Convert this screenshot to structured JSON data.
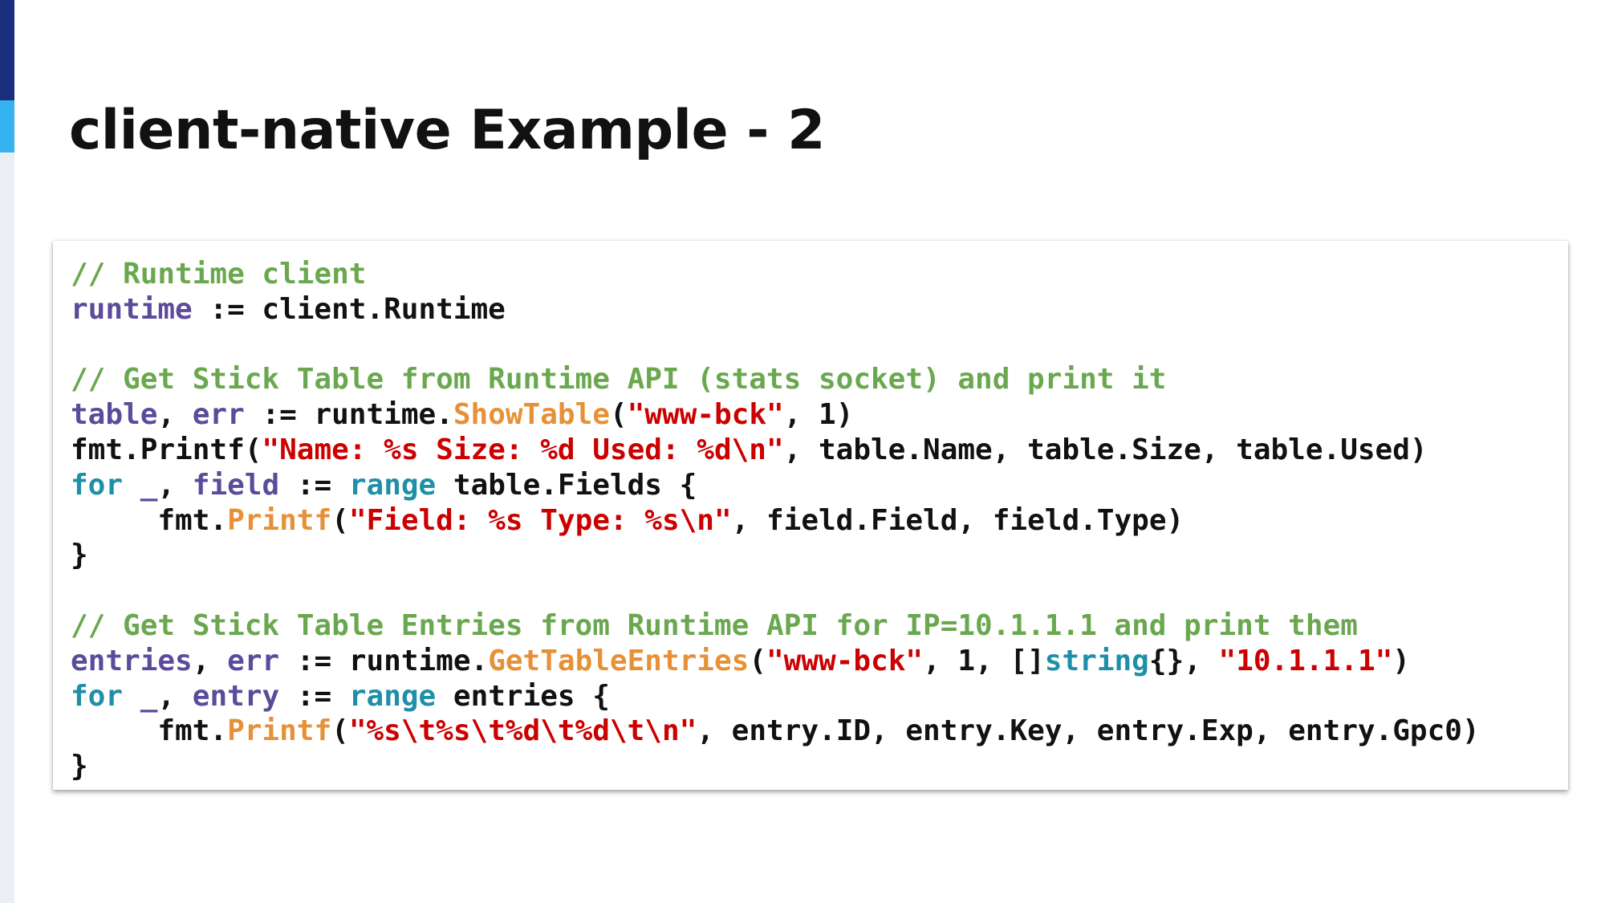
{
  "slide": {
    "title": "client-native Example - 2",
    "colors": {
      "accent_dark": "#1a2f7d",
      "accent_light": "#35b3f0",
      "rail": "#ebeff4",
      "comment": "#6aa84f",
      "variable": "#5b4b9a",
      "keyword": "#1f8fa8",
      "method": "#e69138",
      "string": "#cc0000",
      "plain": "#111111"
    }
  },
  "code": {
    "lines": [
      [
        {
          "t": "c",
          "v": "// Runtime client"
        }
      ],
      [
        {
          "t": "v",
          "v": "runtime"
        },
        {
          "t": "p",
          "v": " := client.Runtime"
        }
      ],
      [],
      [
        {
          "t": "c",
          "v": "// Get Stick Table from Runtime API (stats socket) and print it"
        }
      ],
      [
        {
          "t": "v",
          "v": "table"
        },
        {
          "t": "p",
          "v": ", "
        },
        {
          "t": "v",
          "v": "err"
        },
        {
          "t": "p",
          "v": " := runtime."
        },
        {
          "t": "f",
          "v": "ShowTable"
        },
        {
          "t": "p",
          "v": "("
        },
        {
          "t": "s",
          "v": "\"www-bck\""
        },
        {
          "t": "p",
          "v": ", 1)"
        }
      ],
      [
        {
          "t": "p",
          "v": "fmt.Printf("
        },
        {
          "t": "s",
          "v": "\"Name: %s Size: %d Used: %d\\n\""
        },
        {
          "t": "p",
          "v": ", table.Name, table.Size, table.Used)"
        }
      ],
      [
        {
          "t": "k",
          "v": "for"
        },
        {
          "t": "p",
          "v": " "
        },
        {
          "t": "v",
          "v": "_"
        },
        {
          "t": "p",
          "v": ", "
        },
        {
          "t": "v",
          "v": "field"
        },
        {
          "t": "p",
          "v": " := "
        },
        {
          "t": "k",
          "v": "range"
        },
        {
          "t": "p",
          "v": " table.Fields {"
        }
      ],
      [
        {
          "t": "p",
          "v": "     fmt."
        },
        {
          "t": "f",
          "v": "Printf"
        },
        {
          "t": "p",
          "v": "("
        },
        {
          "t": "s",
          "v": "\"Field: %s Type: %s\\n\""
        },
        {
          "t": "p",
          "v": ", field.Field, field.Type)"
        }
      ],
      [
        {
          "t": "p",
          "v": "}"
        }
      ],
      [],
      [
        {
          "t": "c",
          "v": "// Get Stick Table Entries from Runtime API for IP=10.1.1.1 and print them"
        }
      ],
      [
        {
          "t": "v",
          "v": "entries"
        },
        {
          "t": "p",
          "v": ", "
        },
        {
          "t": "v",
          "v": "err"
        },
        {
          "t": "p",
          "v": " := runtime."
        },
        {
          "t": "f",
          "v": "GetTableEntries"
        },
        {
          "t": "p",
          "v": "("
        },
        {
          "t": "s",
          "v": "\"www-bck\""
        },
        {
          "t": "p",
          "v": ", 1, []"
        },
        {
          "t": "k",
          "v": "string"
        },
        {
          "t": "p",
          "v": "{}, "
        },
        {
          "t": "s",
          "v": "\"10.1.1.1\""
        },
        {
          "t": "p",
          "v": ")"
        }
      ],
      [
        {
          "t": "k",
          "v": "for"
        },
        {
          "t": "p",
          "v": " "
        },
        {
          "t": "v",
          "v": "_"
        },
        {
          "t": "p",
          "v": ", "
        },
        {
          "t": "v",
          "v": "entry"
        },
        {
          "t": "p",
          "v": " := "
        },
        {
          "t": "k",
          "v": "range"
        },
        {
          "t": "p",
          "v": " entries {"
        }
      ],
      [
        {
          "t": "p",
          "v": "     fmt."
        },
        {
          "t": "f",
          "v": "Printf"
        },
        {
          "t": "p",
          "v": "("
        },
        {
          "t": "s",
          "v": "\"%s\\t%s\\t%d\\t%d\\t\\n\""
        },
        {
          "t": "p",
          "v": ", entry.ID, entry.Key, entry.Exp, entry.Gpc0)"
        }
      ],
      [
        {
          "t": "p",
          "v": "}"
        }
      ]
    ]
  }
}
